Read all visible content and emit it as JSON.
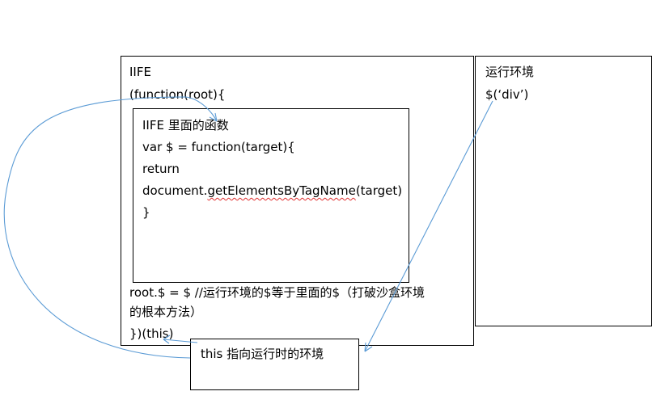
{
  "iife_box": {
    "title": "IIFE",
    "open_line": "(function(root){",
    "assign_line": "root.$ = $ //运行环境的$等于里面的$（打破沙盒环境",
    "assign_line_cont": "的根本方法）",
    "close_line": "})(this)"
  },
  "inner_box": {
    "title": "IIFE 里面的函数",
    "line1": "var $ = function(target){",
    "line2": "return",
    "line3_prefix": "document.",
    "line3_method": "getElementsByTagName",
    "line3_suffix": "(target)",
    "line4": "}"
  },
  "runtime_box": {
    "title": "运行环境",
    "call_line": "$(‘div’)"
  },
  "this_box": {
    "label": "this 指向运行时的环境"
  },
  "colors": {
    "arrow": "#5b9bd5",
    "border": "#000000",
    "spellcheck_underline": "#e03030"
  }
}
